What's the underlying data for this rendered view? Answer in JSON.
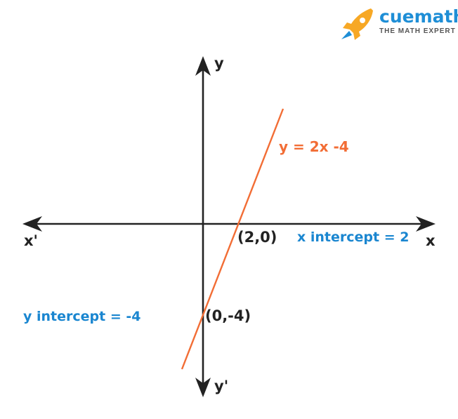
{
  "brand": {
    "name": "cuemath",
    "tagline": "THE MATH EXPERT",
    "logo_icon": "rocket-icon",
    "colors": {
      "accent": "#1e8ed6",
      "rocket_orange": "#f7a825",
      "tagline": "#555555"
    }
  },
  "axes": {
    "x_label": "x",
    "x_neg_label": "x'",
    "y_label": "y",
    "y_neg_label": "y'",
    "color": "#222222"
  },
  "line": {
    "label": "y = 2x -4",
    "color": "#f26d35"
  },
  "points": {
    "x_intercept": "(2,0)",
    "y_intercept": "(0,-4)"
  },
  "annotations": {
    "x_intercept_text": "x intercept = 2",
    "y_intercept_text": "y intercept = -4",
    "color": "#1a86d0"
  }
}
